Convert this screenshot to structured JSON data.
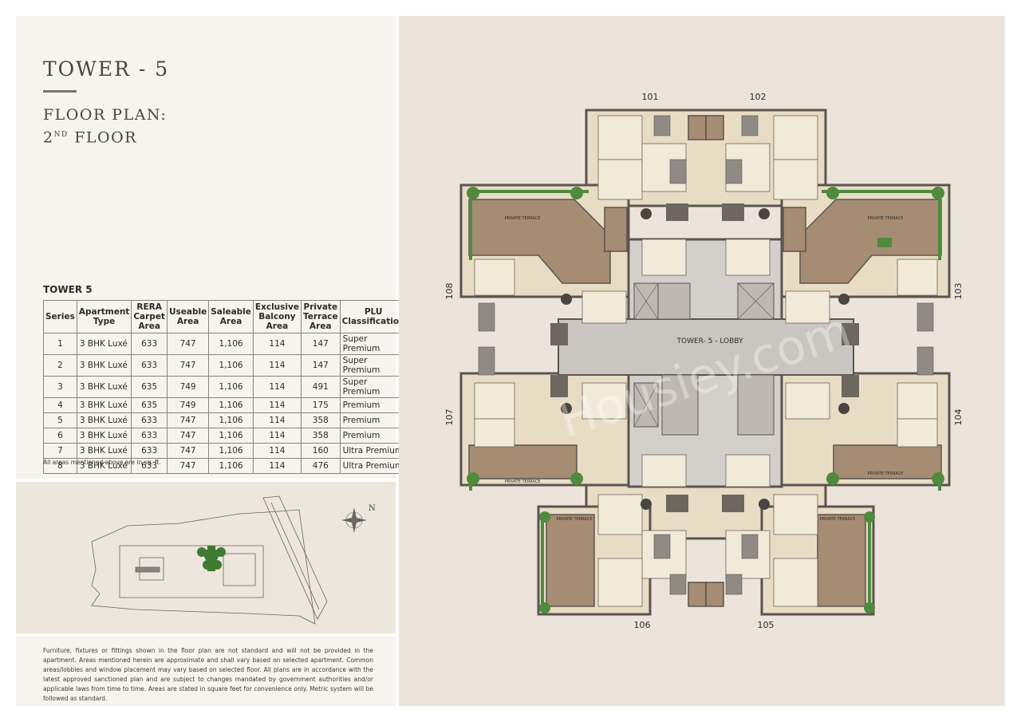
{
  "header": {
    "title": "TOWER - 5",
    "subtitle_line1": "FLOOR PLAN:",
    "floor_number": "2",
    "floor_suffix": "ND",
    "floor_word": " FLOOR"
  },
  "table": {
    "title": "TOWER 5",
    "headers": [
      "Series",
      "Apartment Type",
      "RERA Carpet Area",
      "Useable Area",
      "Saleable Area",
      "Exclusive Balcony Area",
      "Private Terrace Area",
      "PLU Classification"
    ],
    "rows": [
      [
        "1",
        "3 BHK Luxé",
        "633",
        "747",
        "1,106",
        "114",
        "147",
        "Super Premium"
      ],
      [
        "2",
        "3 BHK Luxé",
        "633",
        "747",
        "1,106",
        "114",
        "147",
        "Super Premium"
      ],
      [
        "3",
        "3 BHK Luxé",
        "635",
        "749",
        "1,106",
        "114",
        "491",
        "Super Premium"
      ],
      [
        "4",
        "3 BHK Luxé",
        "635",
        "749",
        "1,106",
        "114",
        "175",
        "Premium"
      ],
      [
        "5",
        "3 BHK Luxé",
        "633",
        "747",
        "1,106",
        "114",
        "358",
        "Premium"
      ],
      [
        "6",
        "3 BHK Luxé",
        "633",
        "747",
        "1,106",
        "114",
        "358",
        "Premium"
      ],
      [
        "7",
        "3 BHK Luxé",
        "633",
        "747",
        "1,106",
        "114",
        "160",
        "Ultra Premium"
      ],
      [
        "8",
        "3 BHK Luxé",
        "633",
        "747",
        "1,106",
        "114",
        "476",
        "Ultra Premium"
      ]
    ],
    "note": "All areas mentioned above are in sq. ft."
  },
  "site": {
    "north": "N"
  },
  "disclaimer": "Furniture, fixtures or fittings shown in the floor plan are not standard and will not be provided in the apartment. Areas mentioned herein are approximate and shall vary based on selected apartment. Common areas/lobbies and window placement may vary based on selected floor. All plans are in accordance with the latest approved sanctioned plan and are subject to changes mandated by government authorities and/or applicable laws from time to time. Areas are stated in square feet for convenience only. Metric system will be followed as standard.",
  "plan": {
    "units": [
      "101",
      "102",
      "103",
      "104",
      "105",
      "106",
      "107",
      "108"
    ],
    "lobby": "TOWER- 5 - LOBBY",
    "terrace": "PRIVATE TERRACE",
    "watermark": "Housiey.com"
  },
  "colors": {
    "terrace": "#a58c72",
    "floor_tile": "#e9dcc5",
    "wall": "#5b5550",
    "lobby": "#c9c6c2",
    "green": "#4f8a3e"
  }
}
